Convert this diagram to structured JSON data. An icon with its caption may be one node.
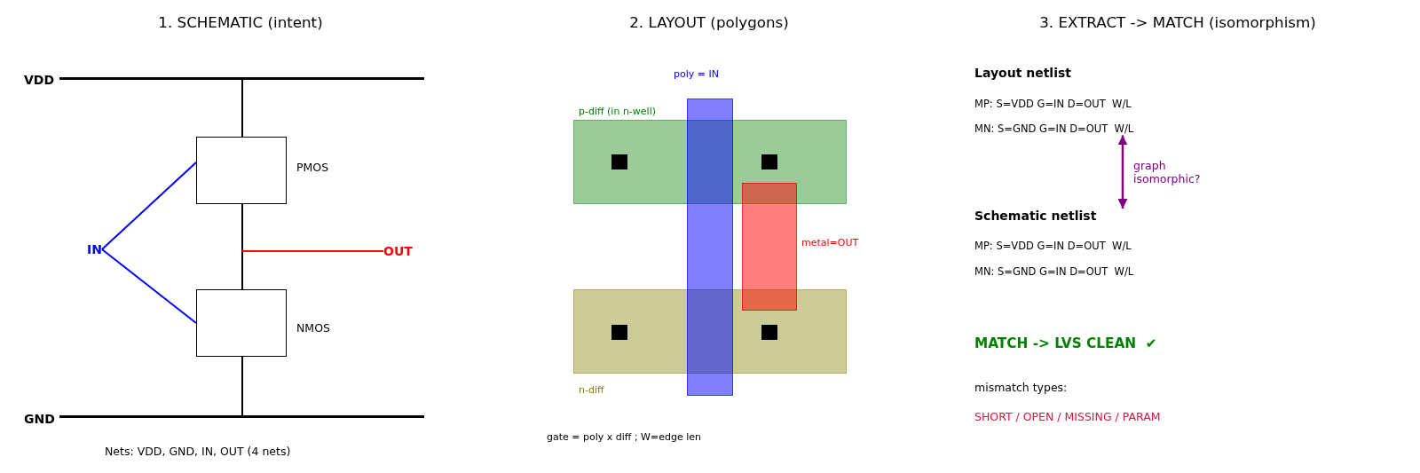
{
  "diagram": {
    "nodes": [
      {
        "text": [],
        "shape": "line",
        "beside": [
          "VDD"
        ]
      },
      {
        "text": [],
        "shape": "box",
        "beside": [
          "PMOS"
        ]
      },
      {
        "text": [
          "IN"
        ]
      },
      {
        "text": [
          "OUT"
        ]
      },
      {
        "text": [],
        "shape": "box",
        "beside": [
          "NMOS"
        ]
      },
      {
        "text": [],
        "shape": "line",
        "beside": [
          "GND"
        ]
      },
      {
        "text": [],
        "shape": "box",
        "beside": [
          "poly = IN"
        ]
      },
      {
        "text": [],
        "shape": "box",
        "beside": [
          "p-diff (in n-well)"
        ]
      },
      {
        "text": [],
        "shape": "box",
        "in": 7
      },
      {
        "text": [],
        "shape": "box",
        "in": 7
      },
      {
        "text": [],
        "shape": "box",
        "beside": [
          "metal=OUT"
        ]
      },
      {
        "text": [],
        "shape": "box",
        "beside": [
          "n-diff"
        ]
      },
      {
        "text": [],
        "shape": "box",
        "in": 11
      },
      {
        "text": [],
        "shape": "box",
        "in": 11
      },
      {
        "text": [
          "Layout netlist",
          "MP: S=VDD G=IN D=OUT  W/L",
          "MN: S=GND G=IN D=OUT  W/L"
        ]
      },
      {
        "text": [
          "Schematic netlist",
          "MP: S=VDD G=IN D=OUT  W/L",
          "MN: S=GND G=IN D=OUT  W/L"
        ]
      }
    ],
    "edges": [
      {
        "from": 0,
        "to": 1,
        "arrow": "none"
      },
      {
        "from": 1,
        "to": 4,
        "arrow": "none"
      },
      {
        "from": 4,
        "to": 5,
        "arrow": "none"
      },
      {
        "from": 2,
        "to": 1,
        "arrow": "none",
        "color": "#0000ff"
      },
      {
        "from": 2,
        "to": 4,
        "arrow": "none",
        "color": "#0000ff"
      },
      {
        "from": null,
        "to": 3,
        "arrow": "none",
        "color": "#ff0000"
      },
      {
        "from": 14,
        "to": 15,
        "arrow": "both",
        "label": "graph isomorphic?",
        "color": "#800080"
      }
    ],
    "labels": [
      "1. SCHEMATIC (intent)",
      "2. LAYOUT (polygons)",
      "3. EXTRACT -> MATCH (isomorphism)",
      "Nets: VDD, GND, IN, OUT (4 nets)",
      "gate = poly x diff ; W=edge len",
      "MATCH -> LVS CLEAN  ✔",
      "mismatch types:",
      "SHORT / OPEN / MISSING / PARAM"
    ]
  }
}
